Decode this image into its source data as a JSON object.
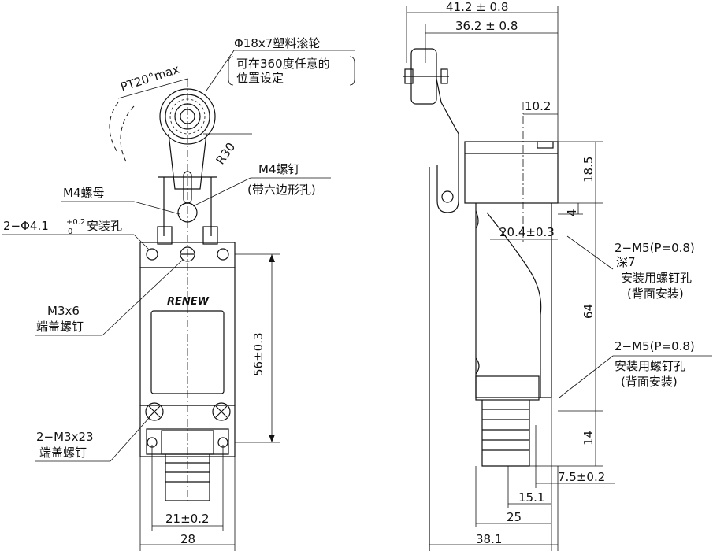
{
  "labels": {
    "roller_spec": "Φ18x7塑料滚轮",
    "roller_note_line1": "可在360度任意的",
    "roller_note_line2": "位置设定",
    "pt_angle": "PT20°max",
    "radius": "R30",
    "m4_nut": "M4螺母",
    "m4_screw": "M4螺钉",
    "m4_screw_note": "(带六边形孔)",
    "mount_hole": "2−Φ4.1",
    "mount_hole_tol_upper": "+0.2",
    "mount_hole_tol_lower": "0",
    "mount_hole_suffix": "安装孔",
    "m3x6_line1": "M3x6",
    "m3x6_line2": "端盖螺钉",
    "m3x23_line1": "2−M3x23",
    "m3x23_line2": "端盖螺钉",
    "brand": "RENEW",
    "m5_top_line1": "2−M5(P=0.8)",
    "m5_top_line2": "深7",
    "m5_top_line3": "安装用螺钉孔",
    "m5_top_line4": "(背面安装)",
    "m5_bot_line1": "2−M5(P=0.8)",
    "m5_bot_line2": "安装用螺钉孔",
    "m5_bot_line3": "(背面安装)"
  },
  "dimensions": {
    "d_41_2": "41.2 ± 0.8",
    "d_36_2": "36.2 ± 0.8",
    "d_10_2": "10.2",
    "d_18_5": "18.5",
    "d_4": "4",
    "d_20_4": "20.4±0.3",
    "d_64": "64",
    "d_14": "14",
    "d_7_5": "7.5±0.2",
    "d_15_1": "15.1",
    "d_25": "25",
    "d_38_1": "38.1",
    "d_56": "56±0.3",
    "d_21": "21±0.2",
    "d_28": "28"
  }
}
